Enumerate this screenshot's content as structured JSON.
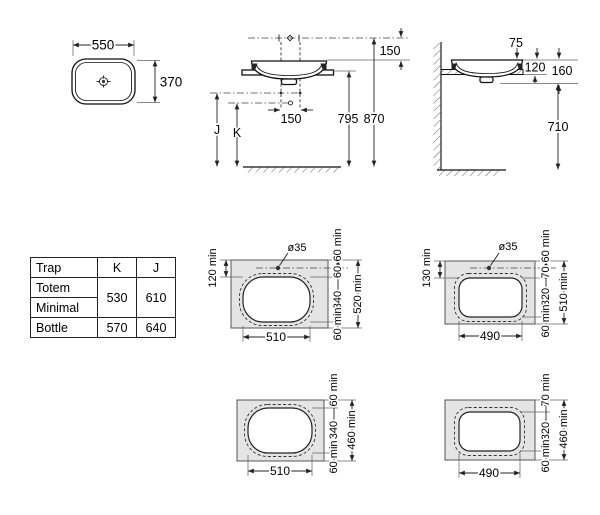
{
  "top_view": {
    "width": "550",
    "height": "370"
  },
  "front_view": {
    "d150_top": "150",
    "d150_center": "150",
    "dJ": "J",
    "dK": "K",
    "d795": "795",
    "d870": "870"
  },
  "side_view": {
    "d75": "75",
    "d120": "120",
    "d160": "160",
    "d710": "710"
  },
  "table": {
    "h_trap": "Trap",
    "h_k": "K",
    "h_j": "J",
    "r1": "Totem",
    "r2": "Minimal",
    "r12_k": "530",
    "r12_j": "610",
    "r3": "Bottle",
    "r3_k": "570",
    "r3_j": "640"
  },
  "cutouts": {
    "a": {
      "hole": "ø35",
      "left": "120 min",
      "right": [
        "60 min",
        "60",
        "340",
        "60 min"
      ],
      "overall": "520 min",
      "width": "510"
    },
    "b": {
      "hole": "ø35",
      "left": "130 min",
      "right": [
        "60 min",
        "70",
        "320",
        "60 min"
      ],
      "overall": "510 min",
      "width": "490"
    },
    "c": {
      "right": [
        "60 min",
        "340",
        "60 min"
      ],
      "overall": "460 min",
      "width": "510"
    },
    "d": {
      "right": [
        "70 min",
        "320",
        "60 min"
      ],
      "overall": "460 min",
      "width": "490"
    }
  }
}
